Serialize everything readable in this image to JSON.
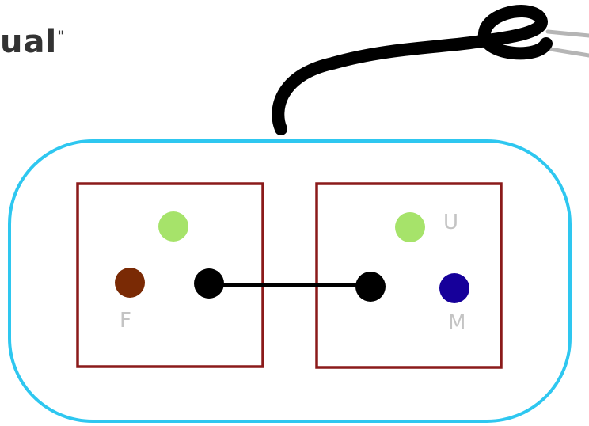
{
  "title_fragment": "ual",
  "title_quote": "\"",
  "labels": {
    "left_bottom": "F",
    "right_top": "U",
    "right_bottom": "M"
  },
  "colors": {
    "outer_rounded_box": "#2ec7f0",
    "inner_boxes": "#8b1a1a",
    "green_dot": "#a6e36a",
    "brown_dot": "#7a2a05",
    "blue_dot": "#16009a",
    "black_dot": "#000000",
    "cable": "#000000",
    "plug_prongs": "#b5b5b5",
    "label_text": "#c4c4c4"
  },
  "icons": [
    "plug-cable-icon"
  ]
}
